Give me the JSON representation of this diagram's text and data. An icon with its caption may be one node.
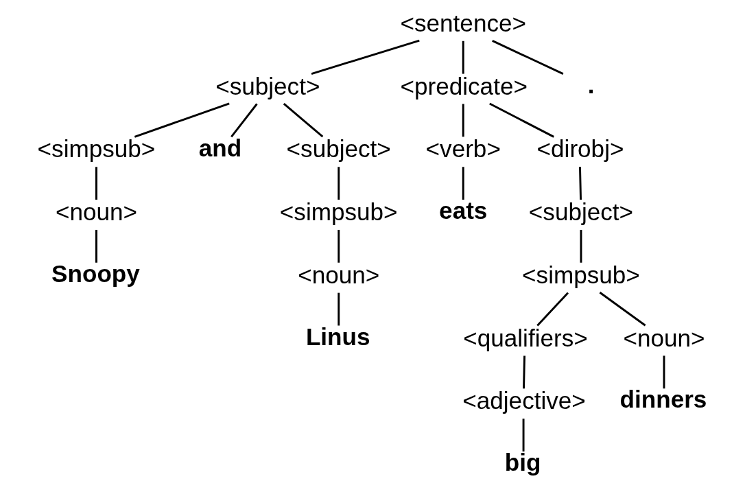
{
  "diagram": {
    "nodes": [
      {
        "text": [
          "<sentence>"
        ]
      },
      {
        "text": [
          "<subject>"
        ]
      },
      {
        "text": [
          "<predicate>"
        ]
      },
      {
        "text": [
          "."
        ]
      },
      {
        "text": [
          "<simpsub>"
        ]
      },
      {
        "text": [
          "and"
        ]
      },
      {
        "text": [
          "<subject>"
        ]
      },
      {
        "text": [
          "<verb>"
        ]
      },
      {
        "text": [
          "<dirobj>"
        ]
      },
      {
        "text": [
          "<noun>"
        ]
      },
      {
        "text": [
          "<simpsub>"
        ]
      },
      {
        "text": [
          "eats"
        ]
      },
      {
        "text": [
          "<subject>"
        ]
      },
      {
        "text": [
          "Snoopy"
        ]
      },
      {
        "text": [
          "<noun>"
        ]
      },
      {
        "text": [
          "<simpsub>"
        ]
      },
      {
        "text": [
          "Linus"
        ]
      },
      {
        "text": [
          "<qualifiers>"
        ]
      },
      {
        "text": [
          "<noun>"
        ]
      },
      {
        "text": [
          "<adjective>"
        ]
      },
      {
        "text": [
          "dinners"
        ]
      },
      {
        "text": [
          "big"
        ]
      }
    ],
    "edges": [
      {
        "from": 0,
        "to": 1,
        "arrow": "none"
      },
      {
        "from": 0,
        "to": 2,
        "arrow": "none"
      },
      {
        "from": 0,
        "to": 3,
        "arrow": "none"
      },
      {
        "from": 1,
        "to": 4,
        "arrow": "none"
      },
      {
        "from": 1,
        "to": 5,
        "arrow": "none"
      },
      {
        "from": 1,
        "to": 6,
        "arrow": "none"
      },
      {
        "from": 4,
        "to": 9,
        "arrow": "none"
      },
      {
        "from": 9,
        "to": 13,
        "arrow": "none"
      },
      {
        "from": 6,
        "to": 10,
        "arrow": "none"
      },
      {
        "from": 10,
        "to": 14,
        "arrow": "none"
      },
      {
        "from": 14,
        "to": 16,
        "arrow": "none"
      },
      {
        "from": 2,
        "to": 7,
        "arrow": "none"
      },
      {
        "from": 2,
        "to": 8,
        "arrow": "none"
      },
      {
        "from": 7,
        "to": 11,
        "arrow": "none"
      },
      {
        "from": 8,
        "to": 12,
        "arrow": "none"
      },
      {
        "from": 12,
        "to": 15,
        "arrow": "none"
      },
      {
        "from": 15,
        "to": 17,
        "arrow": "none"
      },
      {
        "from": 15,
        "to": 18,
        "arrow": "none"
      },
      {
        "from": 17,
        "to": 19,
        "arrow": "none"
      },
      {
        "from": 19,
        "to": 21,
        "arrow": "none"
      },
      {
        "from": 18,
        "to": 20,
        "arrow": "none"
      }
    ]
  }
}
